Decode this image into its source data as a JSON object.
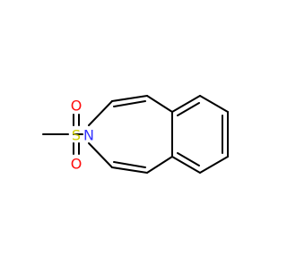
{
  "molecule": {
    "atoms": {
      "nitrogen": {
        "symbol": "N",
        "color": "#3333ff"
      },
      "sulfur": {
        "symbol": "S",
        "color": "#cccc00"
      },
      "oxygen_top": {
        "symbol": "O",
        "color": "#ff0d0d"
      },
      "oxygen_bottom": {
        "symbol": "O",
        "color": "#ff0d0d"
      }
    },
    "bond_color": "#000000"
  }
}
